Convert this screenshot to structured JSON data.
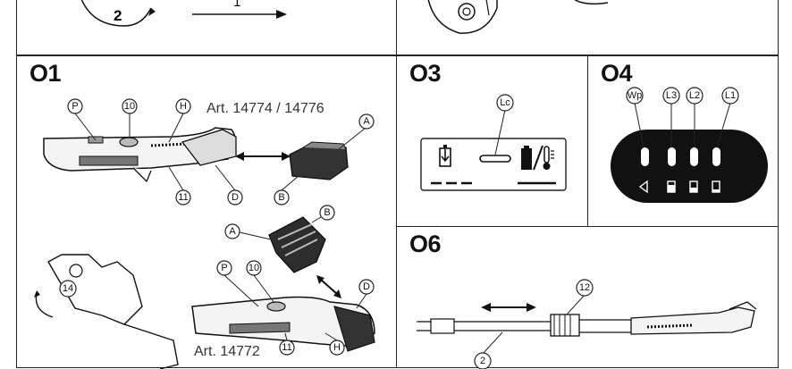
{
  "panels": {
    "top_left": {
      "arrow_label_1": "1",
      "arrow_label_2": "2"
    },
    "o1": {
      "title": "O1",
      "art_upper": "Art. 14774 / 14776",
      "art_lower": "Art. 14772",
      "callouts_upper": [
        "P",
        "10",
        "H",
        "A",
        "11",
        "D",
        "B"
      ],
      "callouts_lower": [
        "14",
        "A",
        "B",
        "P",
        "10",
        "D",
        "11",
        "H"
      ]
    },
    "o3": {
      "title": "O3",
      "callouts": [
        "Lc"
      ]
    },
    "o4": {
      "title": "O4",
      "callouts": [
        "Wp",
        "L3",
        "L2",
        "L1"
      ]
    },
    "o6": {
      "title": "O6",
      "callouts": [
        "12",
        "2"
      ]
    }
  }
}
